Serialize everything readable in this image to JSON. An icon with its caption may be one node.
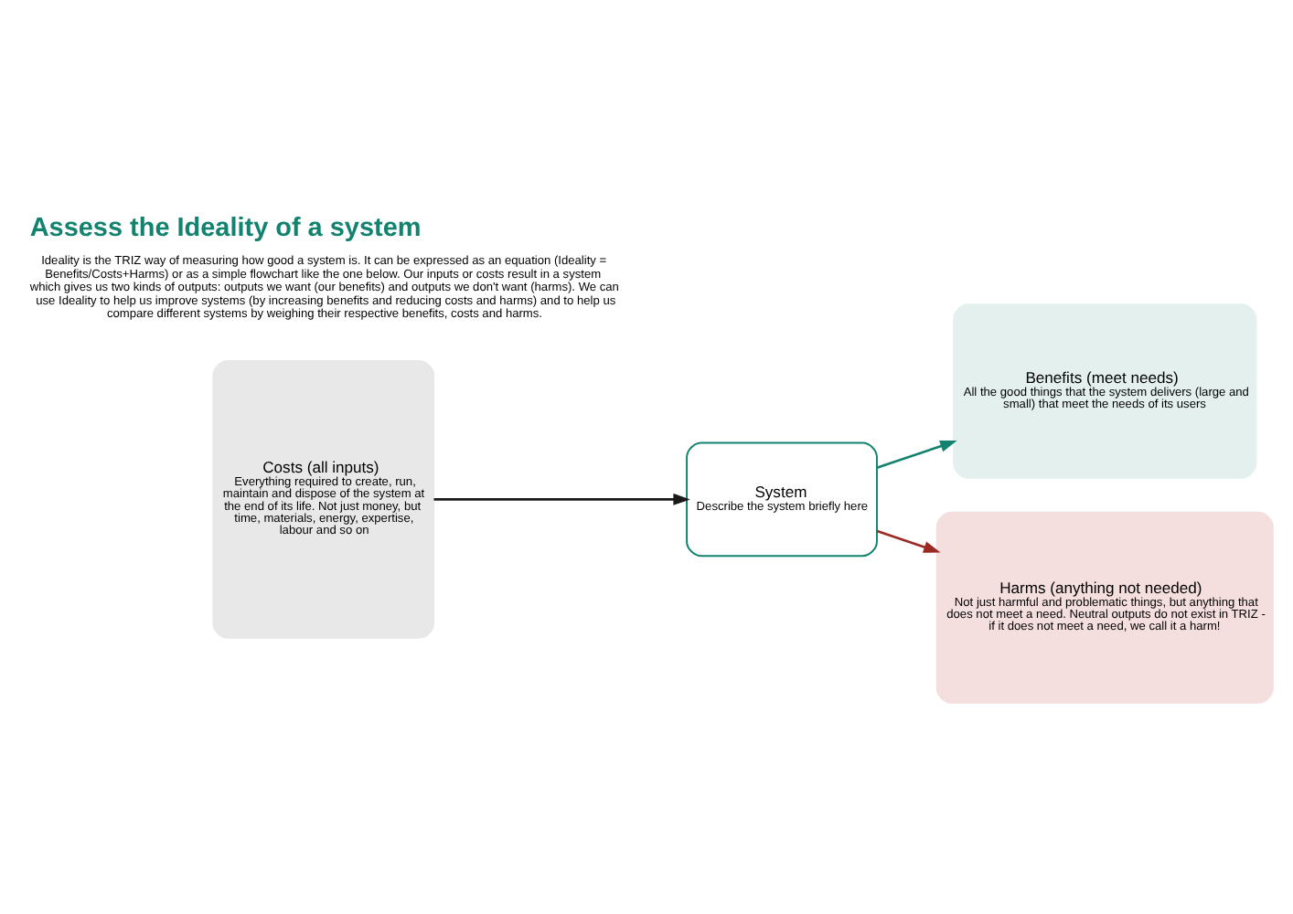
{
  "diagram": {
    "title": "Assess the Ideality of a system",
    "nodes": [
      {
        "text": [
          "Costs (all inputs)",
          "Everything required to create, run, maintain and dispose of the system at the end of its life. Not just money, but time, materials, energy, expertise, labour and so on"
        ]
      },
      {
        "text": [
          "System",
          "Describe the system briefly here"
        ]
      },
      {
        "text": [
          "Benefits (meet needs)",
          "All the good things that the system delivers (large and small) that meet the needs of its users"
        ]
      },
      {
        "text": [
          "Harms (anything not needed)",
          "Not just harmful and problematic things, but anything that does not meet a need. Neutral outputs do not exist in TRIZ - if it does not meet a need, we call it a harm!"
        ]
      }
    ],
    "edges": [
      {
        "from": 0,
        "to": 1,
        "arrow": "to",
        "color": "#1a1a1a"
      },
      {
        "from": 1,
        "to": 2,
        "arrow": "to",
        "color": "#13836f"
      },
      {
        "from": 1,
        "to": 3,
        "arrow": "to",
        "color": "#9b2a24"
      }
    ],
    "labels": [
      "Ideality is the TRIZ way of measuring how good a system is. It can be expressed as an equation (Ideality = Benefits/Costs+Harms) or as a simple flowchart like the one below. Our inputs or costs result in a system which gives us two kinds of outputs: outputs we want (our benefits) and outputs we don't want (harms). We can use Ideality to help us improve systems (by increasing benefits and reducing costs and harms) and to help us compare different systems by weighing their respective benefits, costs and harms."
    ]
  }
}
